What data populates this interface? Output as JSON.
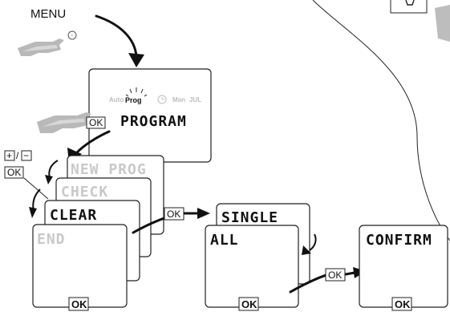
{
  "menu": {
    "label": "MENU"
  },
  "program_screen": {
    "modes": {
      "auto": "Auto",
      "prog": "Prog",
      "man": "Man",
      "jul": "JUL"
    },
    "lcd_text": "PROGRAM",
    "ok_label": "OK"
  },
  "plus_minus": {
    "plus": "+",
    "slash": "/",
    "minus": "−"
  },
  "side_ok_label": "OK",
  "stack_screens": [
    {
      "text": "NEW PROG",
      "dim": true
    },
    {
      "text": "CHECK",
      "dim": true
    },
    {
      "text": "CLEAR",
      "dim": false
    },
    {
      "text": "END",
      "dim": true
    }
  ],
  "stack_ok_label": "OK",
  "transition_ok_1": "OK",
  "clear_screens": [
    {
      "text": "SINGLE"
    },
    {
      "text": "ALL"
    }
  ],
  "clear_ok_label": "OK",
  "transition_ok_2": "OK",
  "confirm_screen": {
    "text": "CONFIRM",
    "ok_label": "OK"
  },
  "colors": {
    "ink": "#111111",
    "dim_text": "#c9c9c9",
    "device_gray": "#bdbdbd"
  }
}
